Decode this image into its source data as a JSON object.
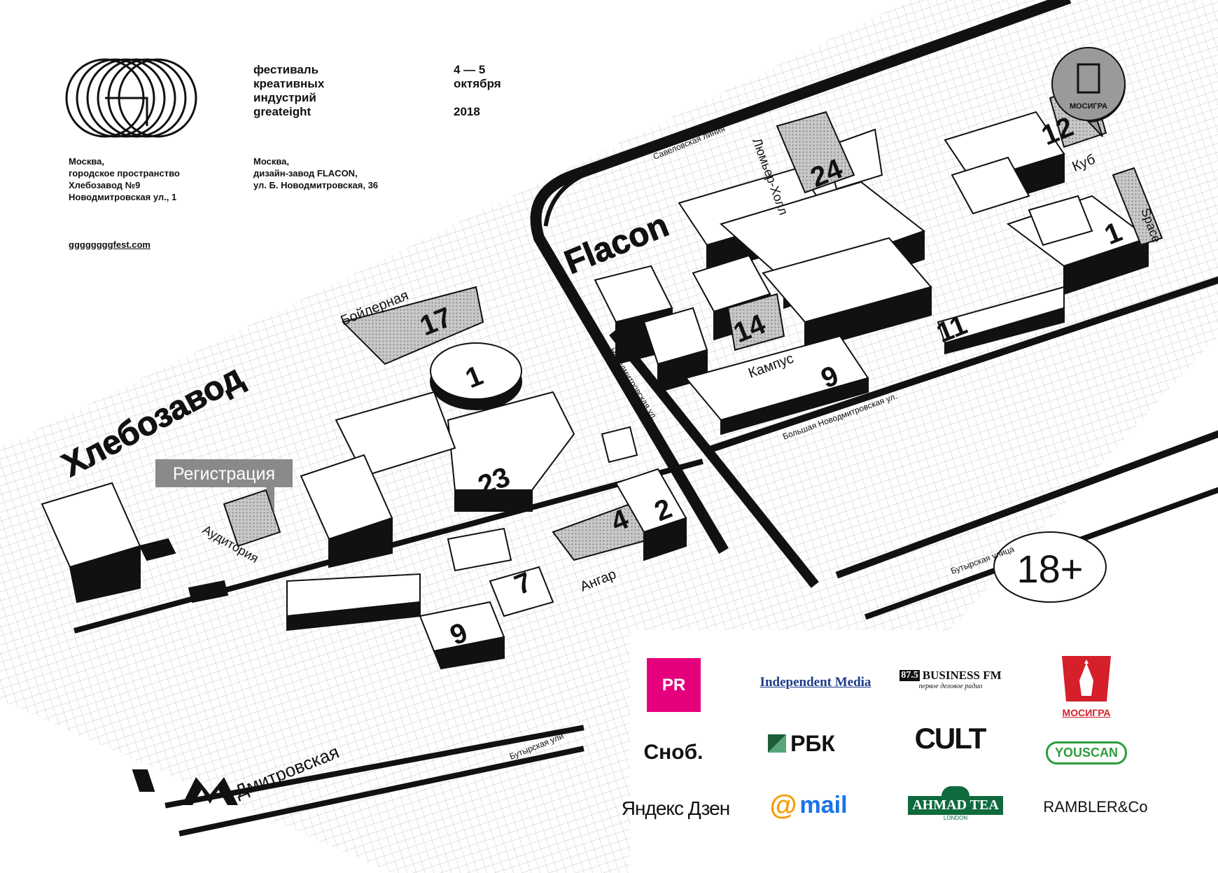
{
  "header": {
    "logo_icon": "greateight-g-logo",
    "festival_lines": [
      "фестиваль",
      "креативных",
      "индустрий",
      "greateight"
    ],
    "dates": "4 — 5\nоктября",
    "year": "2018",
    "venue1_lines": [
      "Москва,",
      "городское пространство",
      "Хлебозавод №9",
      "Новодмитровская ул., 1"
    ],
    "venue2_lines": [
      "Москва,",
      "дизайн-завод FLACON,",
      "ул. Б. Новодмитровская, 36"
    ],
    "website": "ggggggggfest.com"
  },
  "areas": {
    "khlebozavod": "Хлебозавод",
    "flacon": "Flacon",
    "metro": "Дмитровская"
  },
  "streets": {
    "savelovskaya": "Савеловская линия",
    "novodmitrovskaya": "Новодмитровская ул.",
    "bolshaya_novodmitrovskaya": "Большая Новодмитровская ул.",
    "butyrskaya1": "Бутырская улица",
    "butyrskaya2": "Бутырская ули"
  },
  "registration_label": "Регистрация",
  "buildings": {
    "b17": "17",
    "b1_khl": "1",
    "b23": "23",
    "b4": "4",
    "b2": "2",
    "b7": "7",
    "b9_khl": "9",
    "b24": "24",
    "b12": "12",
    "b1_fl": "1",
    "b14": "14",
    "b9_fl": "9",
    "b11": "11"
  },
  "venue_names": {
    "boilernaya": "Бойлерная",
    "auditoriya": "Аудитория",
    "angar": "Ангар",
    "lumier": "Люмьер-Холл",
    "kub": "Куб",
    "space": "Space",
    "kampus": "Кампус"
  },
  "age_rating": "18+",
  "mosigra_pin_label": "МОСИГРА",
  "sponsors": {
    "pr": "PR",
    "independent_media": "Independent Media",
    "business_fm_num": "87.5",
    "business_fm": "BUSINESS FM",
    "business_fm_sub": "первое деловое радио",
    "mosigra": "МОСИГРА",
    "snob": "Сноб.",
    "rbk": "РБК",
    "cult": "CULT",
    "youscan": "YOUSCAN",
    "yandex_zen": "Яндекс Дзен",
    "mail": "mail",
    "ahmad": "AHMAD TEA",
    "ahmad_sub": "LONDON",
    "rambler": "RAMBLER&Co"
  },
  "colors": {
    "ink": "#111111",
    "highlight_gray": "#8a8a8a",
    "venue_dot": "#bdbdbd",
    "pr_pink": "#e5007e",
    "independent_blue": "#1f3c8a",
    "mosigra_red": "#d51f2b",
    "youscan_green": "#2a9d3a",
    "mail_orange": "#f59e00",
    "mail_blue": "#1a73e8",
    "rbk_green": "#3a8f5a",
    "ahmad_green": "#0f6b3e"
  }
}
